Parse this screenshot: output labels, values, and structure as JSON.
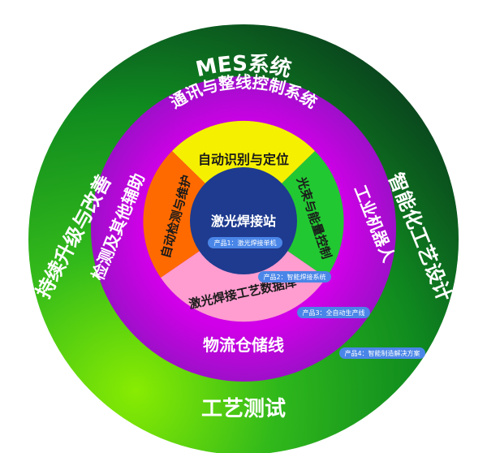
{
  "outer_ring": {
    "top": "MES系统",
    "left": "持续升级与改善",
    "right": "智能化工艺设计",
    "bottom": "工艺测试"
  },
  "middle_ring": {
    "top": "通讯与整线控制系统",
    "left": "检测及其他辅助",
    "right": "工业机器人",
    "bottom": "物流仓储线"
  },
  "inner_ring": {
    "top": "自动识别与定位",
    "left": "自动检测与维护",
    "right": "光束与能量控制",
    "bottom": "激光焊接工艺数据库"
  },
  "center": {
    "title": "激光焊接站"
  },
  "products": [
    "产品1：激光焊接单机",
    "产品2：智能焊接系统",
    "产品3：全自动生产线",
    "产品4：智能制造解决方案"
  ],
  "colors": {
    "outer_green": "#0f8a1f",
    "outer_dark": "#0b3d1e",
    "outer_lime": "#7ee000",
    "middle_magenta": "#c000d8",
    "middle_purple": "#9a18c4",
    "inner_yellow": "#f5f000",
    "inner_green": "#22c832",
    "inner_orange": "#ff6a00",
    "inner_pink": "#ff9cd0",
    "center_blue": "#1e3b8f",
    "tag_blue": "#4a86e8"
  }
}
